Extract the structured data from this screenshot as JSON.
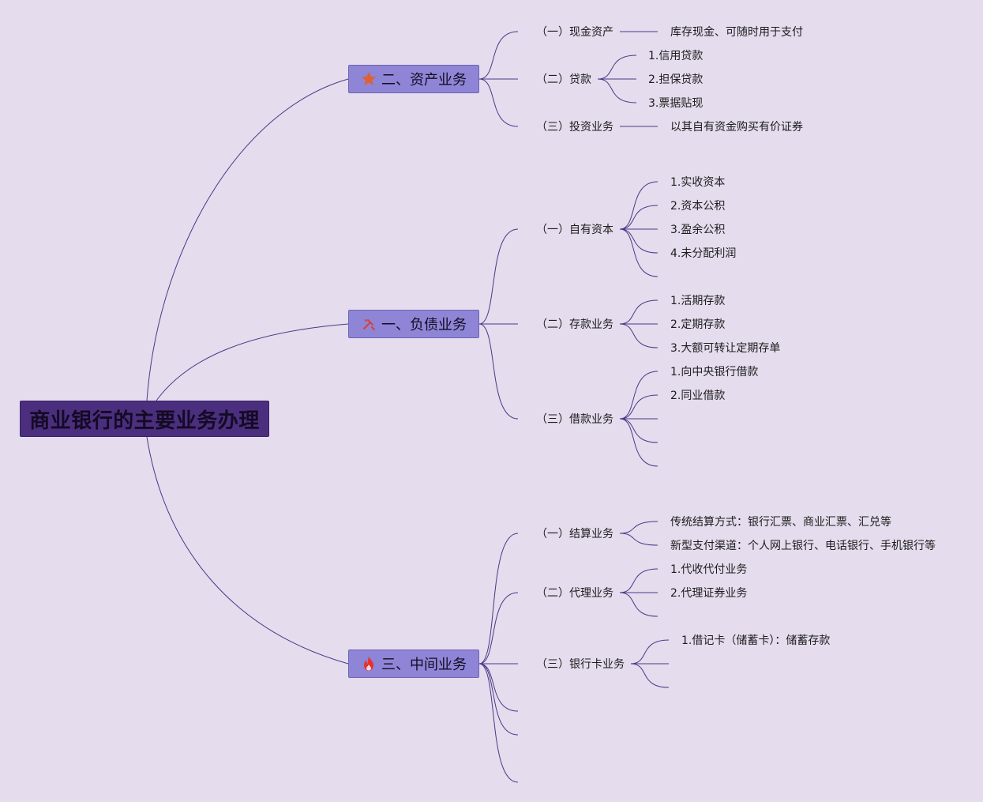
{
  "root": {
    "title": "商业银行的主要业务办理"
  },
  "branches": {
    "asset": {
      "title": "二、资产业务",
      "icon": "star-icon",
      "items": {
        "cash": {
          "label": "（一）现金资产",
          "detail": "库存现金、可随时用于支付"
        },
        "loan": {
          "label": "（二）贷款",
          "subs": [
            "1.信用贷款",
            "2.担保贷款",
            "3.票据贴现"
          ]
        },
        "invest": {
          "label": "（三）投资业务",
          "detail": "以其自有资金购买有价证券"
        }
      }
    },
    "liability": {
      "title": "一、负债业务",
      "icon": "hammer-icon",
      "items": {
        "capital": {
          "label": "（一）自有资本",
          "subs": [
            "1.实收资本",
            "2.资本公积",
            "3.盈余公积",
            "4.未分配利润"
          ]
        },
        "deposit": {
          "label": "（二）存款业务",
          "subs": [
            "1.活期存款",
            "2.定期存款",
            "3.大额可转让定期存单"
          ]
        },
        "borrow": {
          "label": "（三）借款业务",
          "subs": [
            "1.向中央银行借款",
            "2.同业借款"
          ]
        }
      }
    },
    "intermediary": {
      "title": "三、中间业务",
      "icon": "fire-icon",
      "items": {
        "settle": {
          "label": "（一）结算业务",
          "subs": [
            "传统结算方式：银行汇票、商业汇票、汇兑等",
            "新型支付渠道：个人网上银行、电话银行、手机银行等"
          ]
        },
        "agency": {
          "label": "（二）代理业务",
          "subs": [
            "1.代收代付业务",
            "2.代理证券业务"
          ]
        },
        "card": {
          "label": "（三）银行卡业务",
          "subs": [
            "1.借记卡（储蓄卡）：储蓄存款"
          ]
        }
      }
    }
  },
  "colors": {
    "line": "#4a3a88",
    "root": "#4b2f7e",
    "branch": "#8e85d6",
    "background": "#e5dced",
    "star": "#e2602e",
    "fire": "#e8312a",
    "hammer": "#d8403a"
  }
}
